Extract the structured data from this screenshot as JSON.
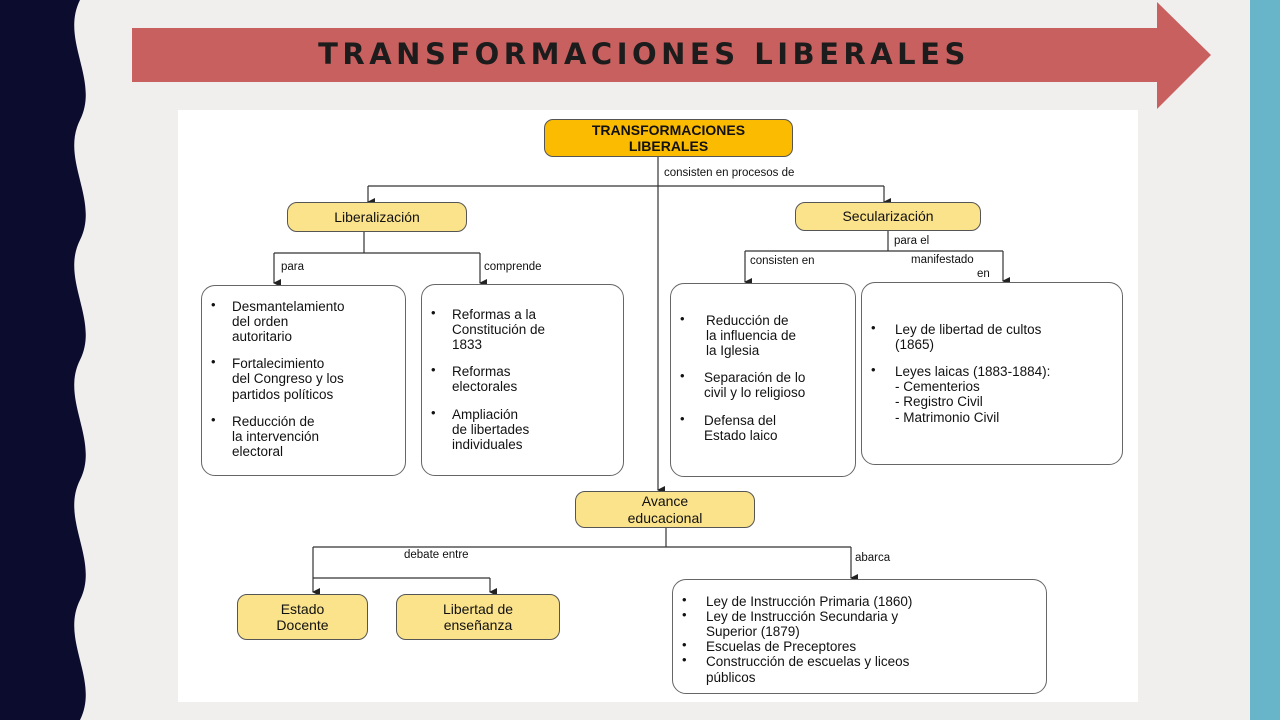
{
  "slide_title": "TRANSFORMACIONES LIBERALES",
  "colors": {
    "navy": "#0b0c2e",
    "arrow": "#c8605f",
    "teal": "#68b4c8",
    "node_fill": "#fbe38b",
    "root_fill": "#fbbb00"
  },
  "diagram": {
    "root": {
      "line1": "TRANSFORMACIONES",
      "line2": "LIBERALES"
    },
    "root_label": "consisten en procesos de",
    "liberalizacion": {
      "label": "Liberalización",
      "edge_left": "para",
      "edge_right": "comprende",
      "box_left": [
        [
          "Desmantelamiento",
          "del orden",
          "autoritario"
        ],
        [
          "Fortalecimiento",
          "del Congreso y los",
          "partidos políticos"
        ],
        [
          "Reducción de",
          "la intervención",
          "electoral"
        ]
      ],
      "box_right": [
        [
          "Reformas a la",
          "Constitución de",
          "1833"
        ],
        [
          "Reformas",
          "electorales"
        ],
        [
          "Ampliación",
          "de libertades",
          "individuales"
        ]
      ]
    },
    "secularizacion": {
      "label": "Secularización",
      "edge_top": "para el",
      "edge_left": "consisten en",
      "edge_right_1": "manifestado",
      "edge_right_2": "en",
      "box_left": [
        [
          "Reducción de",
          "la influencia de",
          "la Iglesia"
        ],
        [
          "Separación de lo",
          "civil y lo religioso"
        ],
        [
          "Defensa del",
          "Estado laico"
        ]
      ],
      "box_right": {
        "item1": [
          "Ley de libertad de cultos",
          "(1865)"
        ],
        "item2": "Leyes laicas (1883-1884):",
        "subitems": [
          "- Cementerios",
          "- Registro Civil",
          "- Matrimonio Civil"
        ]
      }
    },
    "avance": {
      "line1": "Avance",
      "line2": "educacional",
      "edge_left": "debate entre",
      "edge_right": "abarca",
      "estado": {
        "line1": "Estado",
        "line2": "Docente"
      },
      "libertad": {
        "line1": "Libertad de",
        "line2": "enseñanza"
      },
      "box_items": [
        [
          "Ley de Instrucción Primaria (1860)"
        ],
        [
          "Ley de Instrucción Secundaria y",
          "Superior (1879)"
        ],
        [
          "Escuelas de Preceptores"
        ],
        [
          "Construcción de escuelas y liceos",
          "públicos"
        ]
      ]
    }
  }
}
